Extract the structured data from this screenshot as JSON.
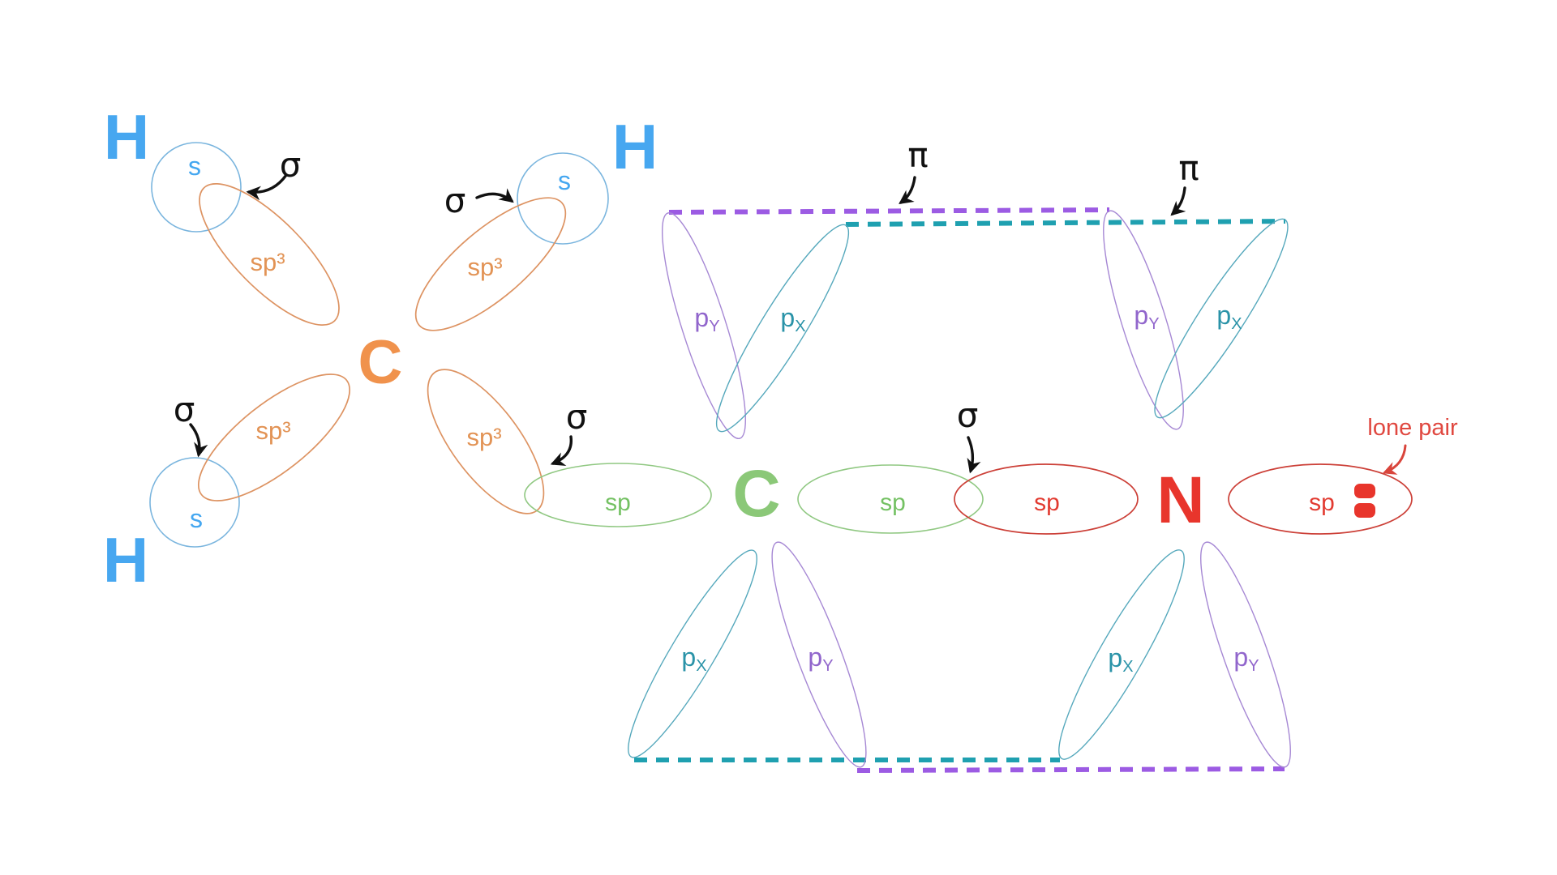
{
  "diagram": "orbital-hybridization",
  "palette": {
    "hydrogen_blue": "#47A7F0",
    "s_circle_blue": "#7AB5DE",
    "carbon_orange": "#F0924C",
    "sp3_lobe_orange": "#DD9362",
    "carbon_green": "#8BC878",
    "sp_green": "#74C163",
    "nitrogen_red": "#E8352C",
    "sp_red": "#CC4038",
    "py_purple": "#9166CC",
    "px_teal": "#2A93A8",
    "pi_dash_purple": "#9C5BE3",
    "pi_dash_teal": "#1FA0B0",
    "annotation_black": "#111111",
    "lone_pair_red": "#E04840",
    "background": "#FFFFFF"
  },
  "labels": {
    "hydrogen": "H",
    "carbon": "C",
    "nitrogen": "N",
    "s_orbital": "s",
    "sp3_orbital": "sp³",
    "sp_orbital": "sp",
    "p_orbital": "p",
    "sub_x": "X",
    "sub_y": "Y",
    "sigma_bond": "σ",
    "pi_bond": "π",
    "lone_pair": "lone pair"
  }
}
